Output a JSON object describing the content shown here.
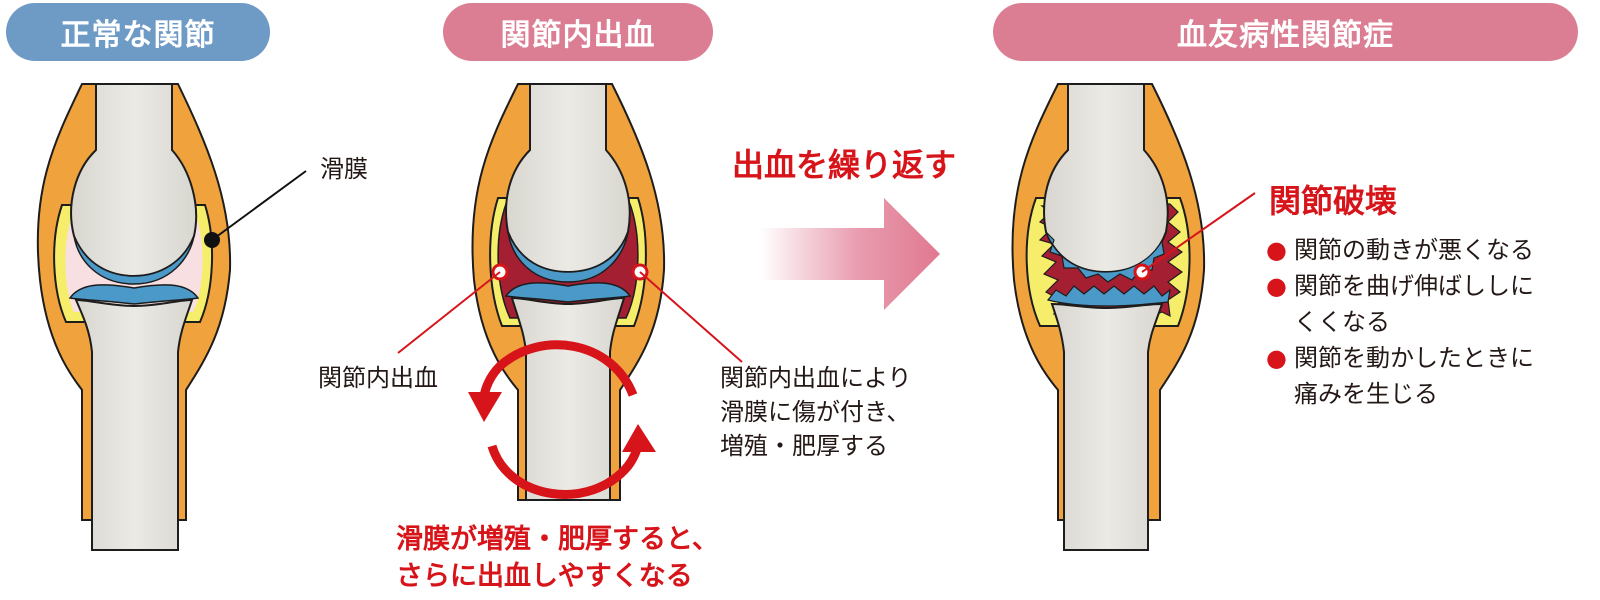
{
  "panels": {
    "normal": {
      "title": "正常な関節"
    },
    "bleeding": {
      "title": "関節内出血"
    },
    "hemophilic": {
      "title": "血友病性関節症"
    }
  },
  "labels": {
    "synovium": "滑膜",
    "intra_articular_bleeding": "関節内出血",
    "synovium_damage": [
      "関節内出血により",
      "滑膜に傷が付き、",
      "増殖・肥厚する"
    ],
    "repeat_bleeding": "出血を繰り返す",
    "cycle_caption": [
      "滑膜が増殖・肥厚すると、",
      "さらに出血しやすくなる"
    ],
    "joint_destruction": "関節破壊"
  },
  "effects": [
    {
      "bullet": "●",
      "lines": [
        "関節の動きが悪くなる"
      ]
    },
    {
      "bullet": "●",
      "lines": [
        "関節を曲げ伸ばししに",
        "くくなる"
      ]
    },
    {
      "bullet": "●",
      "lines": [
        "関節を動かしたときに",
        "痛みを生じる"
      ]
    }
  ],
  "colors": {
    "normal_accent": "#6e9ac6",
    "pink_accent": "#dc7e93",
    "text_red": "#d7141a",
    "capsule_orange": "#f0a23c",
    "fluid_yellow": "#f6ee6a",
    "cartilage_blue": "#4a99c8",
    "blood_red": "#a51f33",
    "bone_gray": "#e6e4de"
  }
}
